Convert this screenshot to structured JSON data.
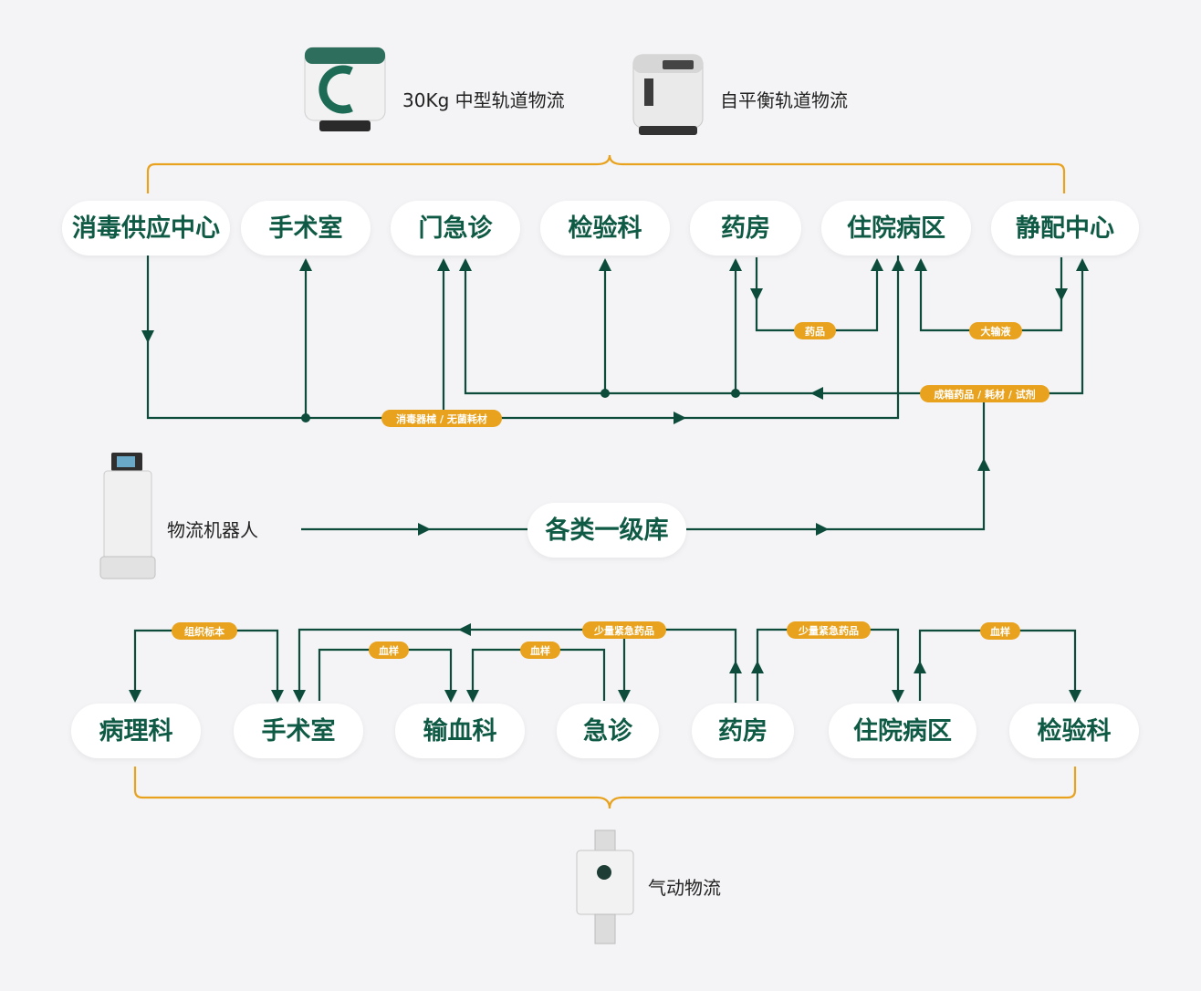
{
  "colors": {
    "background": "#f4f4f6",
    "node_fill": "#ffffff",
    "node_text": "#0f5a44",
    "flow_line": "#0d4b3b",
    "tag_fill": "#e8a21e",
    "brace": "#e8a21e"
  },
  "devices": {
    "track_30kg": "30Kg 中型轨道物流",
    "self_balance": "自平衡轨道物流",
    "robot": "物流机器人",
    "pneumatic": "气动物流"
  },
  "top_nodes": {
    "sterile": "消毒供应中心",
    "surgery": "手术室",
    "er": "门急诊",
    "lab": "检验科",
    "pharmacy": "药房",
    "ward": "住院病区",
    "iv": "静配中心"
  },
  "center_node": "各类一级库",
  "bottom_nodes": {
    "pathology": "病理科",
    "surgery": "手术室",
    "transfusion": "输血科",
    "emergency": "急诊",
    "pharmacy": "药房",
    "ward": "住院病区",
    "lab": "检验科"
  },
  "tags": {
    "drugs": "药品",
    "infusion": "大输液",
    "boxed": "成箱药品 / 耗材 / 试剂",
    "sterile_supplies": "消毒器械 / 无菌耗材",
    "tissue": "组织标本",
    "urgent_a": "少量紧急药品",
    "urgent_b": "少量紧急药品",
    "blood_a": "血样",
    "blood_b": "血样",
    "blood_c": "血样"
  }
}
